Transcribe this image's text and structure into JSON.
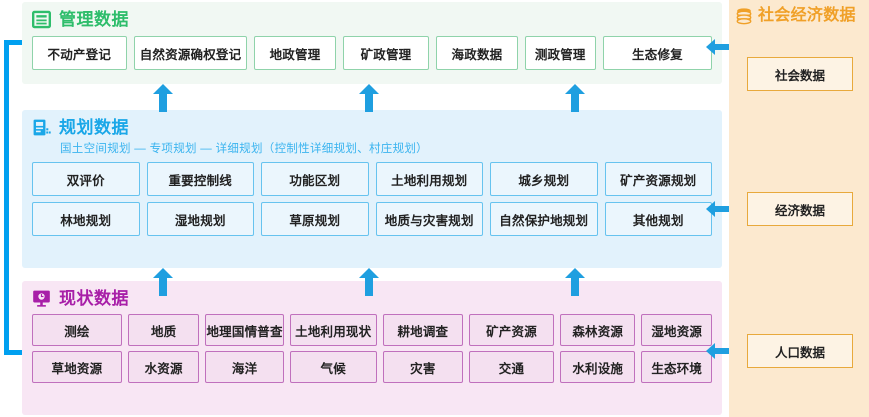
{
  "diagram": {
    "sections": [
      {
        "id": "management",
        "title": "管理数据",
        "icon": "table-data-icon",
        "color": "#2ebd6b",
        "subtitle": "",
        "rows": [
          [
            "不动产登记",
            "自然资源确权登记",
            "地政管理",
            "矿政管理",
            "海政数据",
            "测政管理",
            "生态修复"
          ]
        ]
      },
      {
        "id": "planning",
        "title": "规划数据",
        "icon": "clipboard-list-icon",
        "color": "#1aa7e8",
        "subtitle": "国土空间规划 — 专项规划 — 详细规划（控制性详细规划、村庄规划）",
        "rows": [
          [
            "双评价",
            "重要控制线",
            "功能区划",
            "土地利用规划",
            "城乡规划",
            "矿产资源规划"
          ],
          [
            "林地规划",
            "湿地规划",
            "草原规划",
            "地质与灾害规划",
            "自然保护地规划",
            "其他规划"
          ]
        ]
      },
      {
        "id": "current",
        "title": "现状数据",
        "icon": "monitor-clock-icon",
        "color": "#a81fa8",
        "subtitle": "",
        "rows": [
          [
            "测绘",
            "地质",
            "地理国情普查",
            "土地利用现状",
            "耕地调查",
            "矿产资源",
            "森林资源",
            "湿地资源"
          ],
          [
            "草地资源",
            "水资源",
            "海洋",
            "气候",
            "灾害",
            "交通",
            "水利设施",
            "生态环境"
          ]
        ]
      }
    ],
    "right_panel": {
      "title": "社会经济数据",
      "icon": "database-coins-icon",
      "color": "#f0a028",
      "items": [
        "社会数据",
        "经济数据",
        "人口数据"
      ]
    },
    "connectors": {
      "up_arrow_color": "#1f9fe0",
      "lr_arrow_color": "#1f9fe0",
      "feedback_line_color": "#00a0f0",
      "up_arrows_count": 6,
      "lr_arrows_count": 3
    }
  }
}
